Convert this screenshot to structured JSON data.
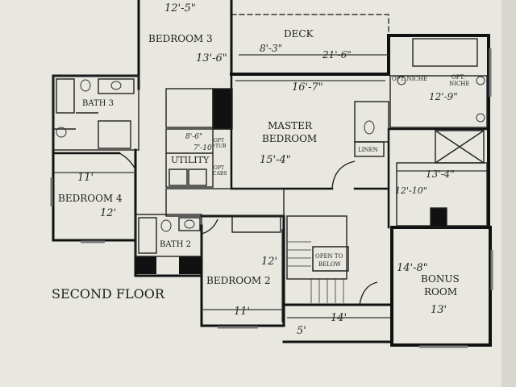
{
  "title": "SECOND FLOOR",
  "rooms": {
    "bedroom3": "BEDROOM 3",
    "deck": "DECK",
    "bath3": "BATH 3",
    "master_line1": "MASTER",
    "master_line2": "BEDROOM",
    "opt_niche_left": "OPT. NICHE",
    "opt_niche_right_line1": "OPT.",
    "opt_niche_right_line2": "NICHE",
    "utility": "UTILITY",
    "opt_tub_line1": "OPT",
    "opt_tub_line2": "TUB",
    "opt_cabs_line1": "OPT",
    "opt_cabs_line2": "CABS",
    "linen": "LINEN",
    "bedroom4": "BEDROOM 4",
    "bath2": "BATH 2",
    "open_below_line1": "OPEN TO",
    "open_below_line2": "BELOW",
    "bedroom2": "BEDROOM 2",
    "bonus_line1": "BONUS",
    "bonus_line2": "ROOM"
  },
  "dimensions": {
    "bed3_width": "12'-5\"",
    "bed3_depth": "13'-6\"",
    "deck_a": "8'-3\"",
    "deck_b": "21'-6\"",
    "master_width": "16'-7\"",
    "master_depth": "15'-4\"",
    "bath_master": "12'-9\"",
    "utility_a": "8'-6\"",
    "utility_b": "7'-10\"",
    "closet_width": "13'-4\"",
    "closet_depth": "12'-10\"",
    "bed4_width": "11'",
    "bed4_depth": "12'",
    "bed2_depth": "12'",
    "bed2_width": "11'",
    "hall_width": "14'",
    "hall_depth": "5'",
    "bonus_width": "14'-8\"",
    "bonus_depth": "13'"
  }
}
